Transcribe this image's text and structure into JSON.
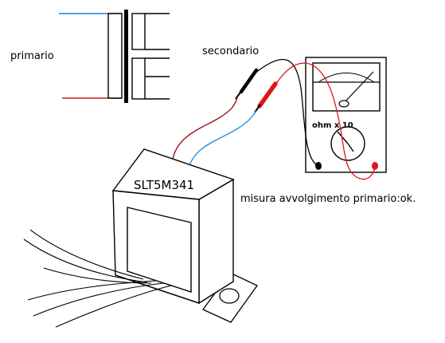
{
  "labels": {
    "primary": "primario",
    "secondary": "secondario",
    "model": "SLT5M341",
    "meter_scale": "ohm x 10",
    "caption": "misura avvolgimento primario:ok."
  },
  "colors": {
    "primary_top_wire": "#1f7fe0",
    "primary_bottom_wire": "#d0181f",
    "test_lead_red": "#e0141b",
    "test_lead_black": "#000000",
    "transformer_wire_dark_red": "#9a0d12",
    "transformer_wire_blue": "#2a8de0",
    "outline": "#000000"
  },
  "icons": {
    "schematic": "transformer-symbol-icon",
    "transformer": "transformer-icon",
    "meter": "analog-multimeter-icon",
    "probe_black": "black-probe-icon",
    "probe_red": "red-probe-icon"
  }
}
